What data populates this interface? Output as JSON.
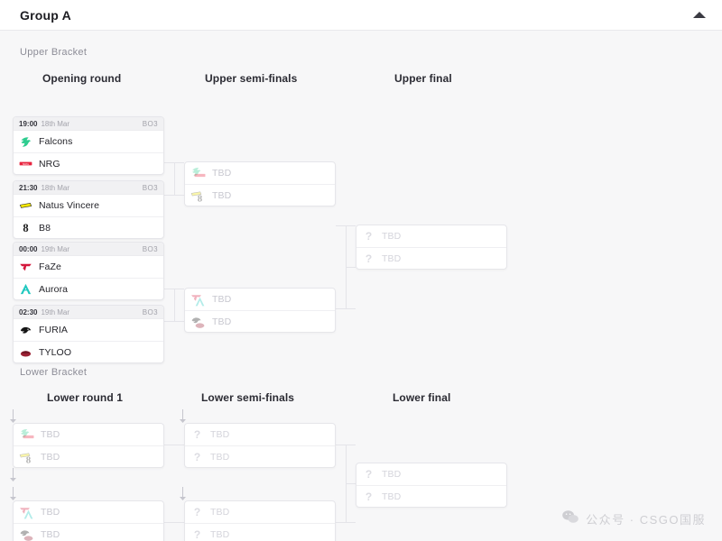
{
  "header": {
    "title": "Group A",
    "collapse_icon": "chevron-up-icon"
  },
  "brackets": {
    "upper_label": "Upper Bracket",
    "lower_label": "Lower Bracket"
  },
  "rounds": {
    "upper": [
      "Opening round",
      "Upper semi-finals",
      "Upper final"
    ],
    "lower": [
      "Lower round 1",
      "Lower semi-finals",
      "Lower final"
    ]
  },
  "tbd_label": "TBD",
  "upper_opening": [
    {
      "time": "19:00",
      "date": "18th Mar",
      "format": "BO3",
      "teams": [
        {
          "name": "Falcons",
          "logo": "falcons-logo",
          "color": "#2ecc8f"
        },
        {
          "name": "NRG",
          "logo": "nrg-logo",
          "color": "#e8243f"
        }
      ]
    },
    {
      "time": "21:30",
      "date": "18th Mar",
      "format": "BO3",
      "teams": [
        {
          "name": "Natus Vincere",
          "logo": "navi-logo",
          "color": "#f2e600"
        },
        {
          "name": "B8",
          "logo": "b8-logo",
          "color": "#1a1a1a"
        }
      ]
    },
    {
      "time": "00:00",
      "date": "19th Mar",
      "format": "BO3",
      "teams": [
        {
          "name": "FaZe",
          "logo": "faze-logo",
          "color": "#d4183c"
        },
        {
          "name": "Aurora",
          "logo": "aurora-logo",
          "color": "#1fc8bf"
        }
      ]
    },
    {
      "time": "02:30",
      "date": "19th Mar",
      "format": "BO3",
      "teams": [
        {
          "name": "FURIA",
          "logo": "furia-logo",
          "color": "#151515"
        },
        {
          "name": "TYLOO",
          "logo": "tyloo-logo",
          "color": "#9b2033"
        }
      ]
    }
  ],
  "upper_semis": [
    {
      "teams": [
        {
          "name": "TBD",
          "logo_stack": [
            "falcons-logo",
            "nrg-logo"
          ]
        },
        {
          "name": "TBD",
          "logo_stack": [
            "navi-logo",
            "b8-logo"
          ]
        }
      ]
    },
    {
      "teams": [
        {
          "name": "TBD",
          "logo_stack": [
            "faze-logo",
            "aurora-logo"
          ]
        },
        {
          "name": "TBD",
          "logo_stack": [
            "furia-logo",
            "tyloo-logo"
          ]
        }
      ]
    }
  ],
  "upper_final": {
    "teams": [
      {
        "name": "TBD",
        "logo": "question-mark-icon"
      },
      {
        "name": "TBD",
        "logo": "question-mark-icon"
      }
    ]
  },
  "lower_round_1": [
    {
      "teams": [
        {
          "name": "TBD",
          "logo_stack": [
            "falcons-logo",
            "nrg-logo"
          ]
        },
        {
          "name": "TBD",
          "logo_stack": [
            "navi-logo",
            "b8-logo"
          ]
        }
      ]
    },
    {
      "teams": [
        {
          "name": "TBD",
          "logo_stack": [
            "faze-logo",
            "aurora-logo"
          ]
        },
        {
          "name": "TBD",
          "logo_stack": [
            "furia-logo",
            "tyloo-logo"
          ]
        }
      ]
    }
  ],
  "lower_semis": [
    {
      "teams": [
        {
          "name": "TBD",
          "logo": "question-mark-icon"
        },
        {
          "name": "TBD",
          "logo": "question-mark-icon"
        }
      ]
    },
    {
      "teams": [
        {
          "name": "TBD",
          "logo": "question-mark-icon"
        },
        {
          "name": "TBD",
          "logo": "question-mark-icon"
        }
      ]
    }
  ],
  "lower_final": {
    "teams": [
      {
        "name": "TBD",
        "logo": "question-mark-icon"
      },
      {
        "name": "TBD",
        "logo": "question-mark-icon"
      }
    ]
  },
  "watermark": {
    "icon": "wechat-icon",
    "text": "公众号 · CSGO国服"
  },
  "colors": {
    "page_bg": "#f7f7f8",
    "card_bg": "#ffffff",
    "border": "#e6e6ea",
    "text": "#232329",
    "muted": "#9b9ba3",
    "tbd": "#c7c7cf"
  }
}
